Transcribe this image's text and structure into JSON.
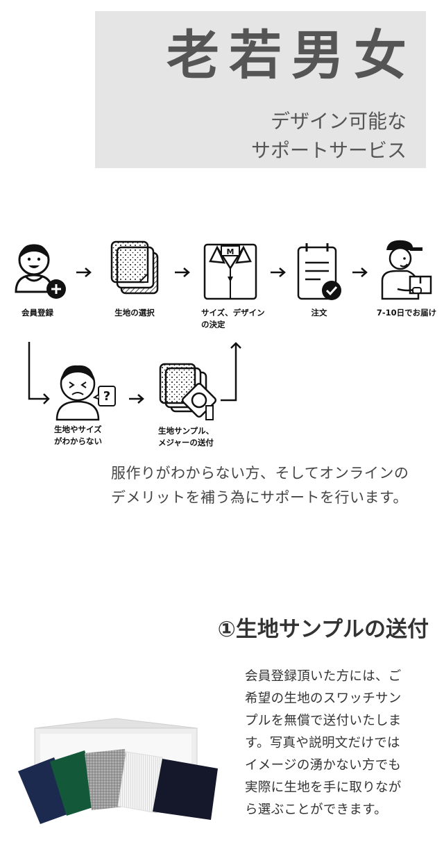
{
  "hero": {
    "title": "老若男女",
    "subtitle_line1": "デザイン可能な",
    "subtitle_line2": "サポートサービス"
  },
  "flow": {
    "steps": [
      {
        "label_line1": "会員登録",
        "label_line2": "",
        "icon": "member-add-icon"
      },
      {
        "label_line1": "生地の選択",
        "label_line2": "",
        "icon": "fabric-swatch-icon"
      },
      {
        "label_line1": "サイズ、デザイン",
        "label_line2": "の決定",
        "icon": "shirt-size-icon"
      },
      {
        "label_line1": "注文",
        "label_line2": "",
        "icon": "order-checklist-icon"
      },
      {
        "label_line1": "7-10日でお届け",
        "label_line2": "",
        "icon": "delivery-person-icon"
      }
    ],
    "sub_steps": [
      {
        "label_line1": "生地やサイズ",
        "label_line2": "がわからない",
        "icon": "confused-person-icon"
      },
      {
        "label_line1": "生地サンプル、",
        "label_line2": "メジャーの送付",
        "icon": "sample-measure-icon"
      }
    ],
    "shirt_size_letter": "M",
    "question_mark": "?"
  },
  "description": {
    "line1": "服作りがわからない方、そしてオンラインの",
    "line2": "デメリットを補う為にサポートを行います。"
  },
  "section": {
    "title": "①生地サンプルの送付",
    "body_lines": [
      "会員登録頂いた方には、ご",
      "希望の生地のスワッチサン",
      "プルを無償で送付いたしま",
      "す。写真や説明文だけでは",
      "イメージの湧かない方でも",
      "実際に生地を手に取りなが",
      "ら選ぶことができます。"
    ]
  },
  "colors": {
    "hero_bg": "#e5e5e5",
    "hero_text": "#555555",
    "swatch_navy": "#1d2a4f",
    "swatch_green": "#14583a",
    "swatch_gray": "#9a9a9a",
    "swatch_white": "#f4f4f4",
    "swatch_black": "#15182a"
  }
}
